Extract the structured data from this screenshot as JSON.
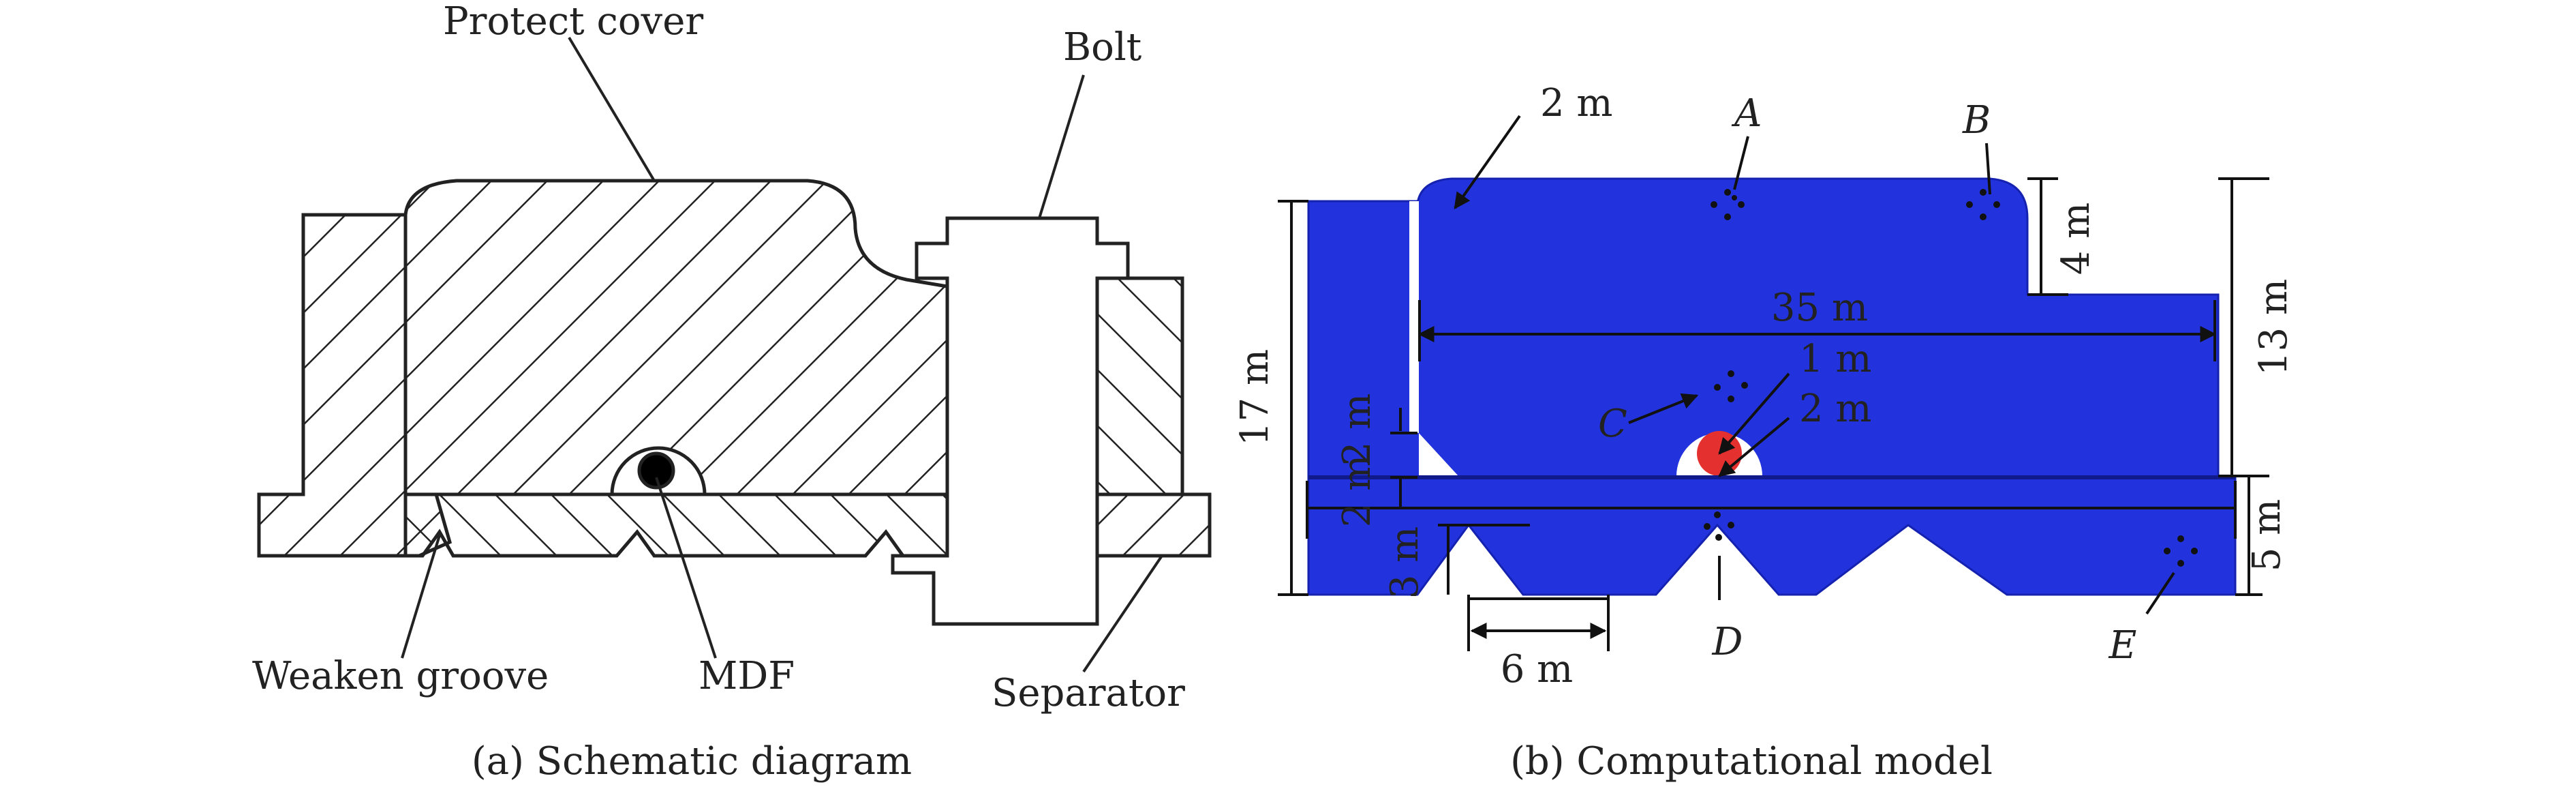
{
  "panel_a": {
    "caption": "(a) Schematic diagram",
    "labels": {
      "protect_cover": "Protect cover",
      "bolt": "Bolt",
      "weaken_groove": "Weaken groove",
      "mdf": "MDF",
      "separator": "Separator"
    }
  },
  "panel_b": {
    "caption": "(b) Computational model",
    "points": {
      "a": "A",
      "b": "B",
      "c": "C",
      "d": "D",
      "e": "E"
    },
    "dimensions": {
      "corner_radius": "2 m",
      "cover_height": "4 m",
      "plate_length": "35 m",
      "right_height": "13 m",
      "total_height": "17 m",
      "charge_radius": "1 m",
      "cavity_radius": "2 m",
      "left_gap": "2 m",
      "plate_thickness": "2 m",
      "groove_depth": "3 m",
      "groove_width": "6 m",
      "base_height": "5 m"
    }
  },
  "colors": {
    "model_blue": "#2233dd",
    "charge_red": "#e53030"
  }
}
